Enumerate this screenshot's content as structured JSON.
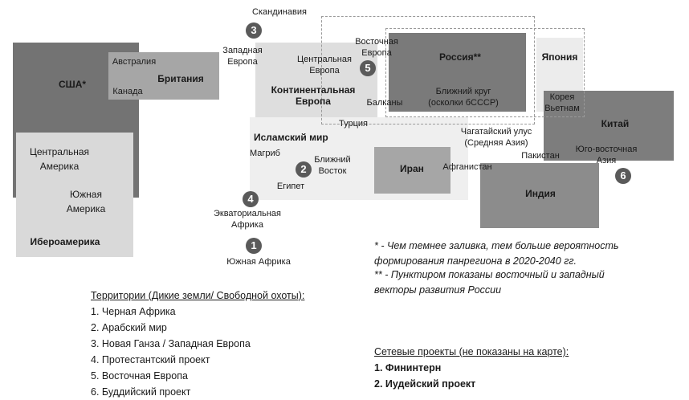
{
  "regions": {
    "usa": "США*",
    "australia": "Австралия",
    "canada": "Канада",
    "britain": "Британия",
    "central_america": "Центральная Америка",
    "south_america": "Южная Америка",
    "iberoamerica": "Ибероамерика",
    "scandinavia": "Скандинавия",
    "western_europe": "Западная Европа",
    "central_europe": "Центральная Европа",
    "eastern_europe": "Восточная Европа",
    "continental_europe": "Континентальная Европа",
    "balkans": "Балканы",
    "turkey": "Турция",
    "russia": "Россия**",
    "near_circle": "Ближний круг (осколки бСССР)",
    "japan": "Япония",
    "korea_vietnam": "Корея Вьетнам",
    "china": "Китай",
    "southeast_asia": "Юго-восточная Азия",
    "islamic_world": "Исламский мир",
    "maghreb": "Магриб",
    "near_east": "Ближний Восток",
    "egypt": "Египет",
    "iran": "Иран",
    "afghanistan": "Афганистан",
    "chagatai": "Чагатайский улус (Средняя Азия)",
    "pakistan": "Пакистан",
    "india": "Индия",
    "equatorial_africa": "Экваториальная Африка",
    "south_africa": "Южная Африка"
  },
  "markers": [
    "1",
    "2",
    "3",
    "4",
    "5",
    "6"
  ],
  "notes": {
    "line1": "* - Чем темнее заливка, тем больше вероятность",
    "line2": "формирования панрегиона в 2020-2040 гг.",
    "line3": "** - Пунктиром показаны восточный и западный",
    "line4": "векторы развития России"
  },
  "territories": {
    "title": "Территории (Дикие земли/ Свободной охоты):",
    "items": [
      "1. Черная Африка",
      "2. Арабский мир",
      "3. Новая Ганза / Западная Европа",
      "4. Протестантский проект",
      "5. Восточная Европа",
      "6. Буддийский проект"
    ]
  },
  "network": {
    "title": "Сетевые проекты (не показаны на карте):",
    "items": [
      "1. Фининтерн",
      "2. Иудейский проект"
    ]
  }
}
